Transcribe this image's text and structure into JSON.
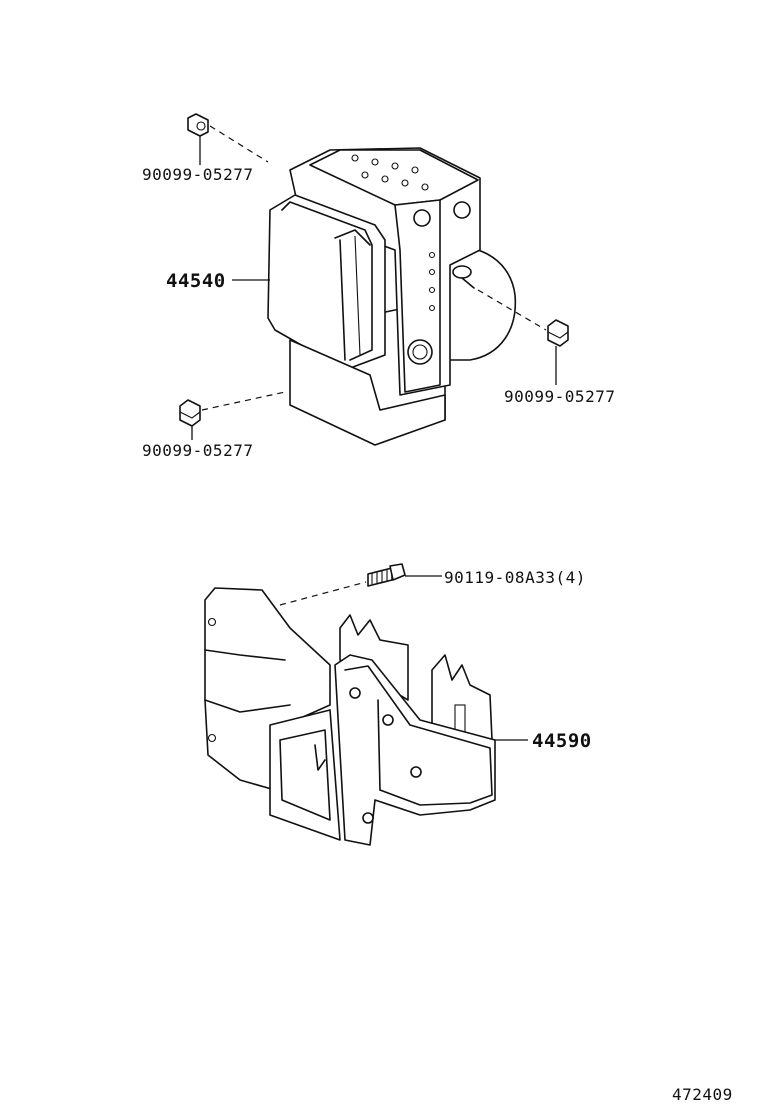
{
  "diagram": {
    "parts": [
      {
        "id": "nut_top_left",
        "number": "90099-05277"
      },
      {
        "id": "actuator",
        "number": "44540"
      },
      {
        "id": "nut_right",
        "number": "90099-05277"
      },
      {
        "id": "nut_bottom_left",
        "number": "90099-05277"
      },
      {
        "id": "bolt",
        "number": "90119-08A33(4)"
      },
      {
        "id": "bracket",
        "number": "44590"
      }
    ],
    "figure_id": "472409"
  }
}
